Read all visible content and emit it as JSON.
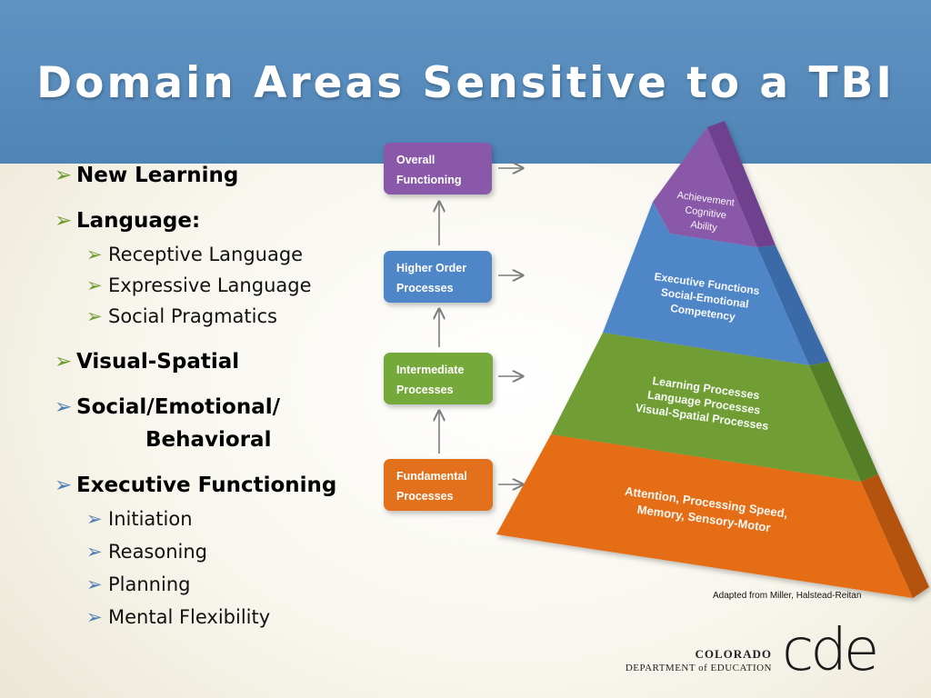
{
  "slide": {
    "title": "Domain Areas Sensitive to a TBI"
  },
  "bullets": {
    "new_learning": "New Learning",
    "language": "Language:",
    "language_subs": [
      "Receptive Language",
      "Expressive Language",
      "Social Pragmatics"
    ],
    "visual_spatial": "Visual-Spatial",
    "social_emotional_line1": "Social/Emotional/",
    "social_emotional_line2": "Behavioral",
    "executive_functioning": "Executive Functioning",
    "executive_subs": [
      "Initiation",
      "Reasoning",
      "Planning",
      "Mental Flexibility"
    ]
  },
  "process_boxes": [
    {
      "line1": "Overall",
      "line2": "Functioning",
      "color": "#8a59a9"
    },
    {
      "line1": "Higher Order",
      "line2": "Processes",
      "color": "#4f86c8"
    },
    {
      "line1": "Intermediate",
      "line2": "Processes",
      "color": "#76a93a"
    },
    {
      "line1": "Fundamental",
      "line2": "Processes",
      "color": "#e2701f"
    }
  ],
  "pyramid_tiers": [
    {
      "lines": [
        "Achievement",
        "Cognitive",
        "Ability"
      ],
      "color": "#8a59a9"
    },
    {
      "lines": [
        "Executive Functions",
        "Social-Emotional",
        "Competency"
      ],
      "color": "#4f86c8"
    },
    {
      "lines": [
        "Learning Processes",
        "Language Processes",
        "Visual-Spatial Processes"
      ],
      "color": "#6f9e35"
    },
    {
      "lines": [
        "Attention, Processing Speed,",
        "Memory, Sensory-Motor"
      ],
      "color": "#e56d12"
    }
  ],
  "citation": "Adapted from Miller, Halstead-Reitan",
  "logo": {
    "line1": "COLORADO",
    "line2": "DEPARTMENT of EDUCATION",
    "mark": "cde"
  },
  "colors": {
    "header": "#5a8ec0",
    "bullet_arrow_green": "#6f9b2f",
    "bullet_arrow_blue": "#4c7fb5"
  }
}
